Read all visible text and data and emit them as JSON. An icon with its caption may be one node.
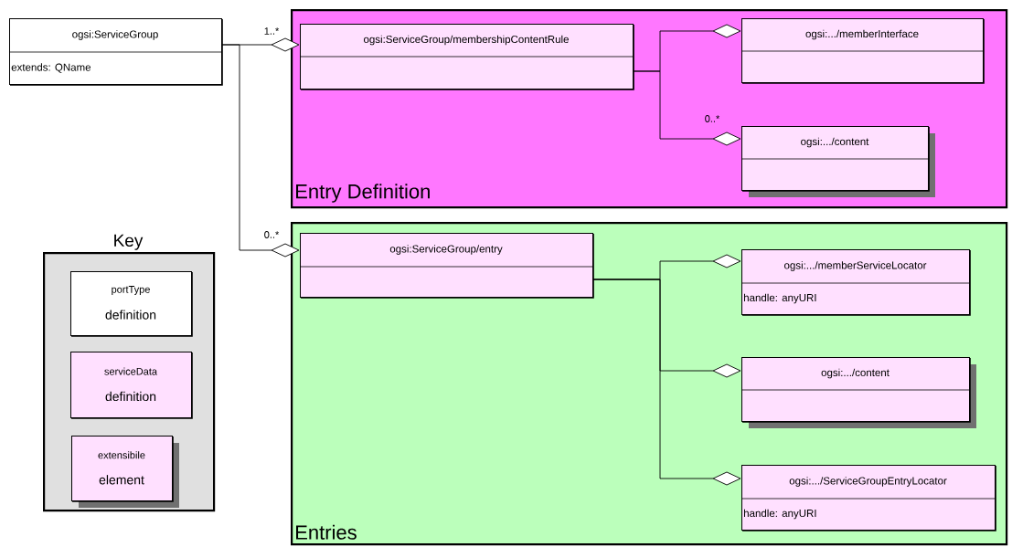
{
  "diagram": {
    "nodes": [
      {
        "text": [
          "ogsi:ServiceGroup",
          "extends:  QName"
        ]
      },
      {
        "text": [
          "Entry Definition"
        ]
      },
      {
        "text": [
          "ogsi:ServiceGroup/membershipContentRule"
        ],
        "in": 1
      },
      {
        "text": [
          "ogsi:.../memberInterface"
        ],
        "in": 1
      },
      {
        "text": [
          "ogsi:.../content"
        ],
        "in": 1
      },
      {
        "text": [
          "Entries"
        ]
      },
      {
        "text": [
          "ogsi:ServiceGroup/entry"
        ],
        "in": 5
      },
      {
        "text": [
          "ogsi:.../memberServiceLocator",
          "handle: anyURI"
        ],
        "in": 5
      },
      {
        "text": [
          "ogsi:.../content"
        ],
        "in": 5
      },
      {
        "text": [
          "ogsi:.../ServiceGroupEntryLocator",
          "handle: anyURI"
        ],
        "in": 5
      },
      {
        "text": [
          "Key"
        ]
      },
      {
        "text": [
          "portType",
          "definition"
        ],
        "in": 10
      },
      {
        "text": [
          "serviceData",
          "definition"
        ],
        "in": 10
      },
      {
        "text": [
          "extensibile",
          "element"
        ],
        "in": 10
      }
    ],
    "edges": [
      {
        "from": 0,
        "to": 2,
        "arrow": "other",
        "label": "1..*"
      },
      {
        "from": 0,
        "to": 6,
        "arrow": "other",
        "label": "0..*"
      },
      {
        "from": 2,
        "to": 3,
        "arrow": "other"
      },
      {
        "from": 2,
        "to": 4,
        "arrow": "other",
        "label": "0..*"
      },
      {
        "from": 6,
        "to": 7,
        "arrow": "other"
      },
      {
        "from": 6,
        "to": 8,
        "arrow": "other"
      },
      {
        "from": 6,
        "to": 9,
        "arrow": "other"
      }
    ]
  }
}
